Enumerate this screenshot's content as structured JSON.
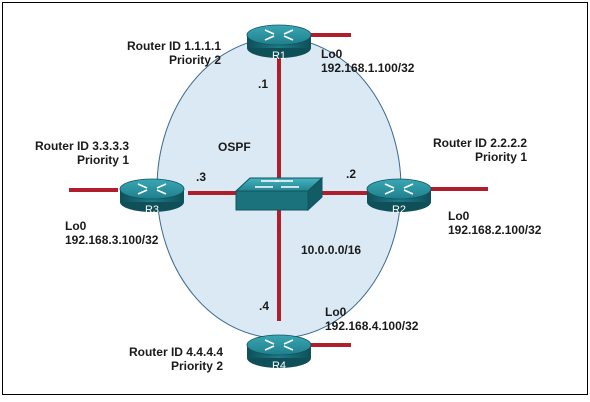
{
  "network": {
    "protocol": "OSPF",
    "subnet": "10.0.0.0/16",
    "colors": {
      "area_fill": "#dbe9f5",
      "link": "#b01e2c",
      "router": "#1f7f8c",
      "switch": "#1f7f8c"
    }
  },
  "routers": [
    {
      "name": "R1",
      "router_id_label": "Router ID 1.1.1.1",
      "priority_label": "Priority 2",
      "interface_suffix": ".1",
      "loopback_name": "Lo0",
      "loopback_addr": "192.168.1.100/32"
    },
    {
      "name": "R2",
      "router_id_label": "Router ID 2.2.2.2",
      "priority_label": "Priority 1",
      "interface_suffix": ".2",
      "loopback_name": "Lo0",
      "loopback_addr": "192.168.2.100/32"
    },
    {
      "name": "R3",
      "router_id_label": "Router ID 3.3.3.3",
      "priority_label": "Priority 1",
      "interface_suffix": ".3",
      "loopback_name": "Lo0",
      "loopback_addr": "192.168.3.100/32"
    },
    {
      "name": "R4",
      "router_id_label": "Router ID 4.4.4.4",
      "priority_label": "Priority 2",
      "interface_suffix": ".4",
      "loopback_name": "Lo0",
      "loopback_addr": "192.168.4.100/32"
    }
  ]
}
